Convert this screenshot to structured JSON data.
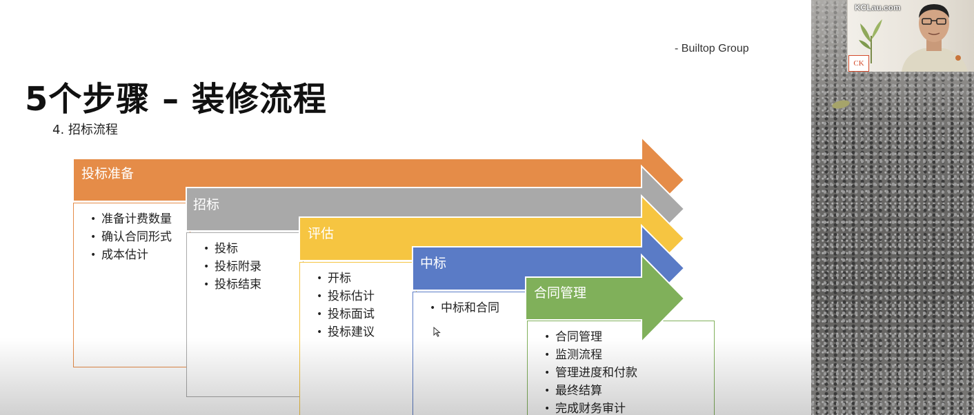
{
  "slide": {
    "attribution": "- Builtop Group",
    "title": "5个步骤 – 装修流程",
    "subtitle": "4. 招标流程"
  },
  "steps": [
    {
      "label": "投标准备",
      "color": "#e58c48",
      "items": [
        "准备计费数量",
        "确认合同形式",
        "成本估计"
      ]
    },
    {
      "label": "招标",
      "color": "#a9a9a9",
      "items": [
        "投标",
        "投标附录",
        "投标结束"
      ]
    },
    {
      "label": "评估",
      "color": "#f6c541",
      "items": [
        "开标",
        "投标估计",
        "投标面试",
        "投标建议"
      ]
    },
    {
      "label": "中标",
      "color": "#5a7bc6",
      "items": [
        "中标和合同"
      ]
    },
    {
      "label": "合同管理",
      "color": "#80b05a",
      "items": [
        "合同管理",
        "监测流程",
        "管理进度和付款",
        "最终结算",
        "完成财务审计"
      ]
    }
  ],
  "video": {
    "brand": "KCLau.com",
    "logo": "CK"
  }
}
